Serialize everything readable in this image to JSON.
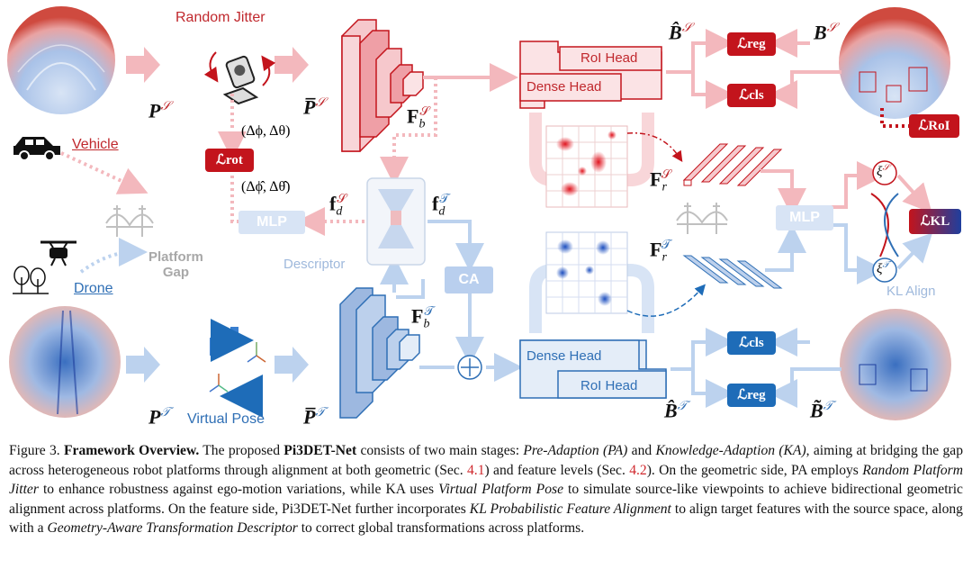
{
  "figure": {
    "labels": {
      "random_jitter": "Random Jitter",
      "vehicle": "Vehicle",
      "drone": "Drone",
      "platform_gap": "Platform\nGap",
      "delta_angles": "(Δϕ, Δθ)",
      "delta_angles_hat": "(Δϕ̂, Δθ̂)",
      "descriptor": "Descriptor",
      "mlp_left": "MLP",
      "mlp_right": "MLP",
      "ca": "CA",
      "virtual_pose": "Virtual Pose",
      "kl_align": "KL Align",
      "roi_head_top": "RoI Head",
      "dense_head_top": "Dense Head",
      "dense_head_bottom": "Dense Head",
      "roi_head_bottom": "RoI Head"
    },
    "losses": {
      "reg_top": "ℒreg",
      "cls_top": "ℒcls",
      "rot": "ℒrot",
      "roi": "ℒRoI",
      "kl": "ℒKL",
      "cls_bottom": "ℒcls",
      "reg_bottom": "ℒreg"
    },
    "colors": {
      "source_red": "#c3141c",
      "source_light": "#f3b8bd",
      "target_blue": "#1e6cb8",
      "target_light": "#bcd2ee",
      "gray": "#a8a8a8"
    },
    "icons": [
      "car-icon",
      "drone-icon",
      "trees-icon",
      "bridge-icon",
      "lidar-sensor-icon",
      "rotate-arrows-icon",
      "axes-icon"
    ]
  },
  "caption": {
    "figure_no": "Figure 3.",
    "title": "Framework Overview.",
    "t1": " The proposed ",
    "model": "Pi3DET-Net",
    "t2": " consists of two main stages: ",
    "pa": "Pre-Adaption (PA)",
    "t3": " and ",
    "ka": "Knowledge-Adaption (KA)",
    "t4": ", aiming at bridging the gap across heterogeneous robot platforms through alignment at both geometric (Sec. ",
    "sec1": "4.1",
    "t5": ") and feature levels (Sec. ",
    "sec2": "4.2",
    "t6": "). On the geometric side, PA employs ",
    "rpj": "Random Platform Jitter",
    "t7": " to enhance robustness against ego-motion variations, while KA uses ",
    "vpp": "Virtual Platform Pose",
    "t8": " to simulate source-like viewpoints to achieve bidirectional geometric alignment across platforms. On the feature side, Pi3DET-Net further incorporates ",
    "kl": "KL Probabilistic Feature Alignment",
    "t9": " to align target features with the source space, along with a ",
    "gat": "Geometry-Aware Transformation Descriptor",
    "t10": " to correct global transformations across platforms."
  }
}
